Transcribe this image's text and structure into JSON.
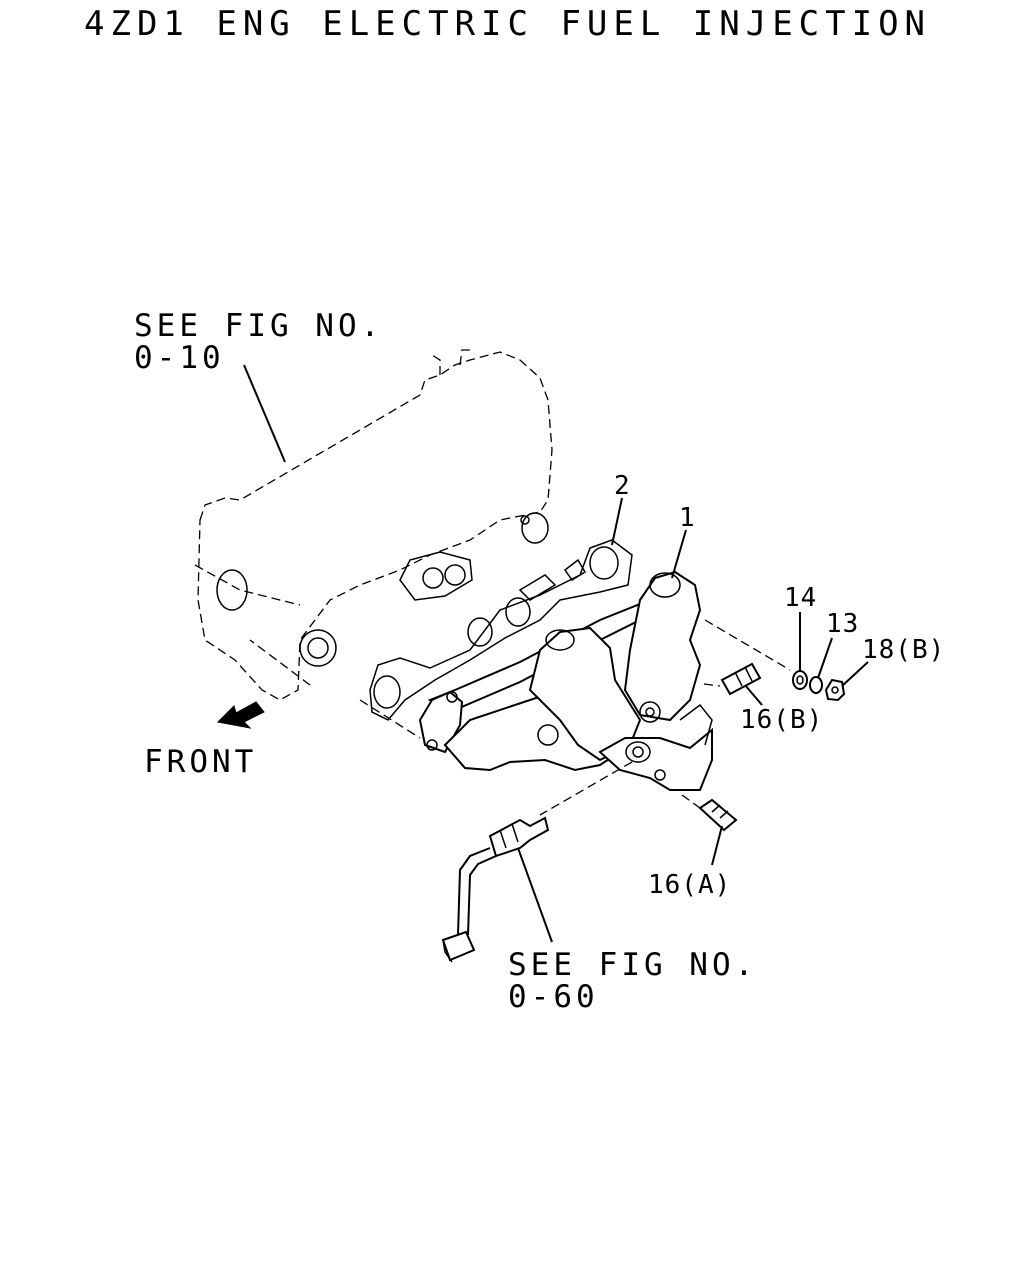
{
  "header": {
    "title": "4ZD1 ENG ELECTRIC FUEL INJECTION"
  },
  "diagram": {
    "ref_head": {
      "line1": "SEE FIG NO.",
      "line2": "0-10"
    },
    "ref_sensor": {
      "line1": "SEE FIG NO.",
      "line2": "0-60"
    },
    "front_label": "FRONT",
    "callouts": {
      "manifold": "1",
      "gasket": "2",
      "washer": "14",
      "lock_washer": "13",
      "nut": "18(B)",
      "stud_b": "16(B)",
      "stud_a": "16(A)"
    }
  }
}
